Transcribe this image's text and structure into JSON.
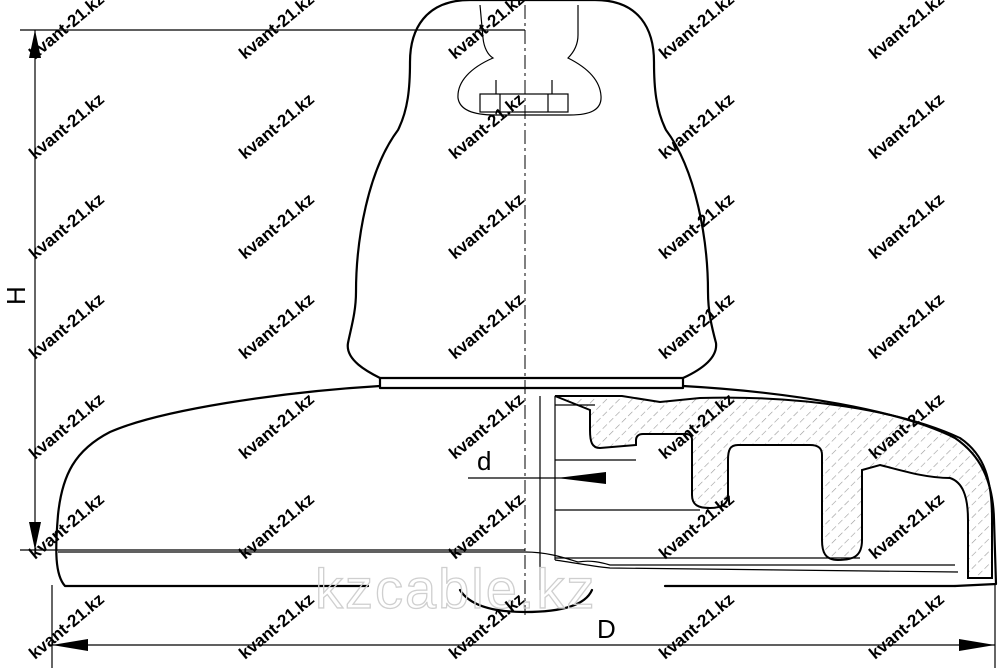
{
  "labels": {
    "height": "H",
    "diameter": "D",
    "pin": "d"
  },
  "watermark_small": "kvant-21.kz",
  "watermark_large": "kzcable.kz",
  "colors": {
    "line": "#000000",
    "hatch": "#9a9a9a",
    "watermark_large": "#cfcfcf"
  }
}
